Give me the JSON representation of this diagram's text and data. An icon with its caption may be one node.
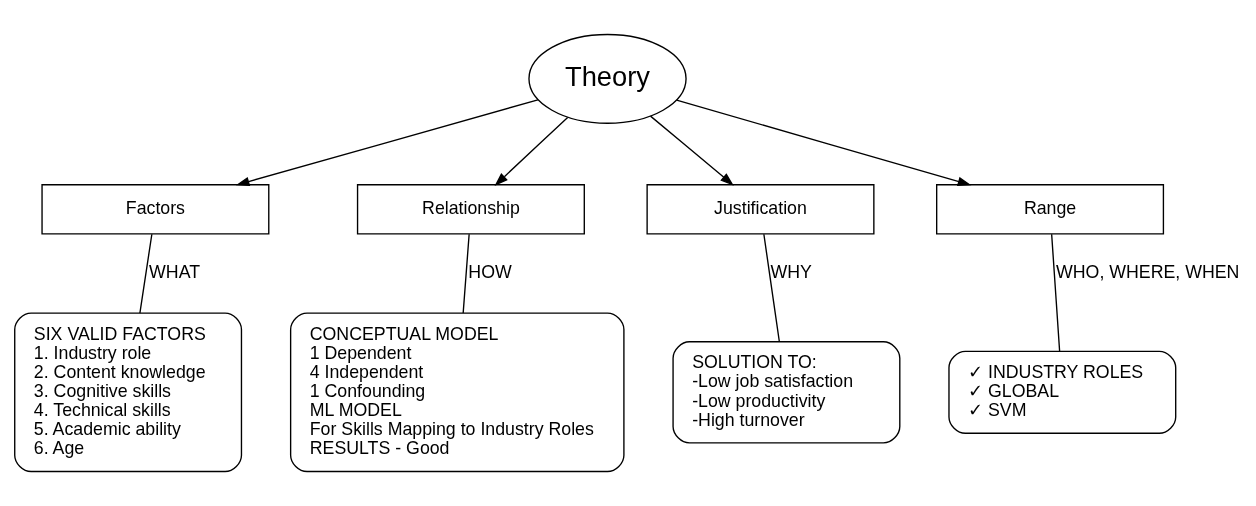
{
  "diagram": {
    "nodes": [
      {
        "text": [
          "Theory"
        ]
      },
      {
        "text": [
          "Factors"
        ]
      },
      {
        "text": [
          "Relationship"
        ]
      },
      {
        "text": [
          "Justification"
        ]
      },
      {
        "text": [
          "Range"
        ]
      },
      {
        "text": [
          "SIX VALID FACTORS",
          "1. Industry role",
          "2. Content knowledge",
          "3. Cognitive skills",
          "4. Technical skills",
          "5. Academic ability",
          "6. Age"
        ]
      },
      {
        "text": [
          "CONCEPTUAL MODEL",
          "1 Dependent",
          "4 Independent",
          "1 Confounding",
          "ML MODEL",
          "For Skills Mapping to Industry Roles",
          "RESULTS - Good"
        ]
      },
      {
        "text": [
          "SOLUTION TO:",
          "-Low job satisfaction",
          "-Low productivity",
          "-High turnover"
        ]
      },
      {
        "text": [
          "✓ INDUSTRY ROLES",
          "✓ GLOBAL",
          "✓ SVM"
        ]
      }
    ],
    "edges": [
      {
        "from": 0,
        "to": 1,
        "arrow": "to"
      },
      {
        "from": 0,
        "to": 2,
        "arrow": "to"
      },
      {
        "from": 0,
        "to": 3,
        "arrow": "to"
      },
      {
        "from": 0,
        "to": 4,
        "arrow": "to"
      },
      {
        "from": 1,
        "to": 5,
        "arrow": "none",
        "label": "WHAT"
      },
      {
        "from": 2,
        "to": 6,
        "arrow": "none",
        "label": "HOW"
      },
      {
        "from": 3,
        "to": 7,
        "arrow": "none",
        "label": "WHY"
      },
      {
        "from": 4,
        "to": 8,
        "arrow": "none",
        "label": "WHO, WHERE, WHEN"
      }
    ]
  }
}
